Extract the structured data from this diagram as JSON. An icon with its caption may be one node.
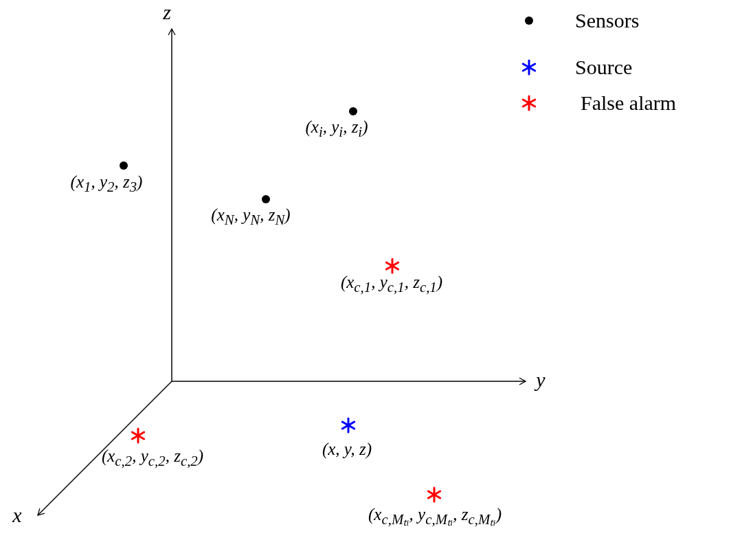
{
  "diagram": {
    "labels": [
      "z",
      "(x$_{i}$, y$_{i}$, z$_{i}$)",
      "(x$_{1}$, y$_{2}$, z$_{3}$)",
      "(x$_{N}$, y$_{N}$, z$_{N}$)",
      "(x$_{c,1}$, y$_{c,1}$, z$_{c,1}$)",
      "y",
      "(x$_{c,2}$, y$_{c,2}$, z$_{c,2}$)",
      "(x, y, z)",
      "x",
      "(x$_{c,Mₜᵢ}$, y$_{c,Mₜᵢ}$, z$_{c,Mₜᵢ}$)"
    ],
    "legend": [
      {
        "text": "Sensors",
        "color": "#000000"
      },
      {
        "text": "Source",
        "color": "#0000ff"
      },
      {
        "text": "False alarm",
        "color": "#ff0000"
      }
    ]
  }
}
